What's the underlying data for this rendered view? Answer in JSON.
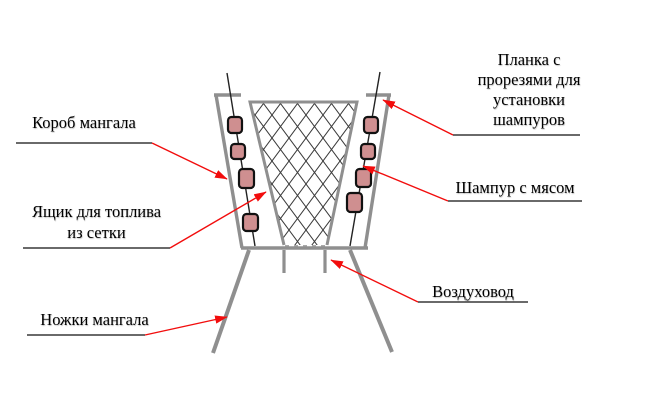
{
  "diagram": {
    "subject": "mangal-grill-schematic",
    "labels": {
      "korob": "Короб мангала",
      "yashik": "Ящик для топлива\nиз сетки",
      "nozhki": "Ножки мангала",
      "planka": "Планка с\nпрорезями для\nустановки\nшампуров",
      "shampur": "Шампур с мясом",
      "vozduhovod": "Воздуховод"
    }
  },
  "colors": {
    "background": "#ffffff",
    "wall": "#8f8f8f",
    "hatch": "#3a3a3a",
    "skewer": "#222222",
    "meat_fill": "#cf8f90",
    "meat_stroke": "#111111",
    "leader": "#111111",
    "arrow": "#f20d0d",
    "text": "#000000"
  }
}
